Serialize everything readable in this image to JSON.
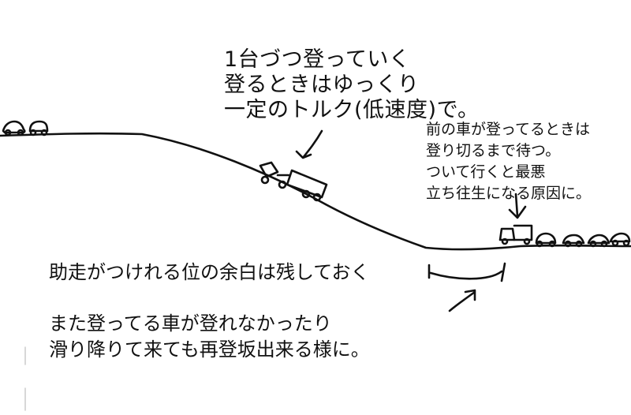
{
  "title_note": {
    "line1": "1台づつ登っていく",
    "line2": "登るときはゆっくり",
    "line3": "一定のトルク(低速度)で。"
  },
  "wait_note": {
    "line1": "前の車が登ってるときは",
    "line2": "登り切るまで待つ。",
    "line3": "ついて行くと最悪",
    "line4": "立ち往生になる原因に。"
  },
  "runup_note": {
    "line1": "助走がつけれる位の余白は残しておく"
  },
  "reason_note": {
    "line1": "また登ってる車が登れなかったり",
    "line2": "滑り降りて来ても再登坂出来る様に。"
  }
}
